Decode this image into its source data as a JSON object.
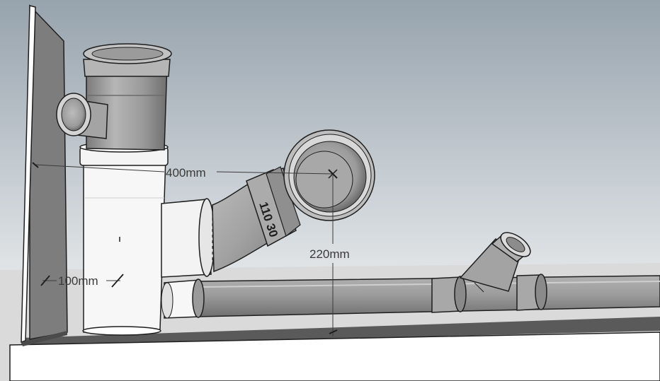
{
  "dimensions": {
    "horizontal_offset": "400mm",
    "vertical_offset": "220mm",
    "wall_clearance": "100mm"
  },
  "pipe_marking": "110 30",
  "colors": {
    "sky_top": "#96a2ac",
    "sky_bottom": "#eaedf0",
    "floor": "#ffffff",
    "wall_face": "#7d7d7d",
    "pipe_gray": "#a0a0a0",
    "pipe_white": "#f6f6f6",
    "outline": "#1e1e1e",
    "dimension_line": "#3a3a3a"
  }
}
